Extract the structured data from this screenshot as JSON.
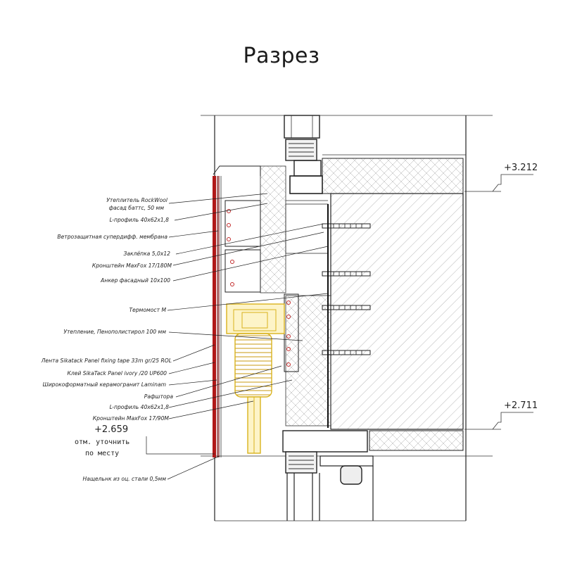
{
  "title": "Разрез",
  "levels": {
    "top": "+3.212",
    "bottom": "+2.711",
    "left": "+2.659"
  },
  "note": {
    "line1": "отм. уточнить",
    "line2": "по месту"
  },
  "callouts": [
    {
      "id": "insulation-rockwool-1",
      "text": "Утеплитель RockWool"
    },
    {
      "id": "insulation-rockwool-2",
      "text": "фасад баттс, 50 мм"
    },
    {
      "id": "l-profile-top",
      "text": "L-профиль 40х62х1,8"
    },
    {
      "id": "wind-membrane",
      "text": "Ветрозащитная супердифф. мембрана"
    },
    {
      "id": "rivet",
      "text": "Заклёпка 5,0х12"
    },
    {
      "id": "bracket-180",
      "text": "Кронштейн MaxFox 17/180М"
    },
    {
      "id": "anchor",
      "text": "Анкер фасадный 10х100"
    },
    {
      "id": "thermal-bridge",
      "text": "Термомост М"
    },
    {
      "id": "insulation-eps",
      "text": "Утепление, Пенополистирол 100 мм"
    },
    {
      "id": "tape",
      "text": "Лента Sikatack Panel fixing tape 33m gr/25 ROL"
    },
    {
      "id": "glue",
      "text": "Клей SikaTack Panel ivory /20 UP600"
    },
    {
      "id": "porcelain",
      "text": "Широкоформатный керамогранит Laminam"
    },
    {
      "id": "blind",
      "text": "Рафштора"
    },
    {
      "id": "l-profile-bottom",
      "text": "L-профиль 40х62х1,8"
    },
    {
      "id": "bracket-90",
      "text": "Кронштейн MaxFox 17/90М"
    },
    {
      "id": "flashing",
      "text": "Нащельнк из оц. стали 0,5мм"
    }
  ],
  "colors": {
    "line": "#222222",
    "porcelain_red": "#b01818",
    "blind_yellow": "#d9b21c",
    "anchor_red": "#c22a2a"
  }
}
